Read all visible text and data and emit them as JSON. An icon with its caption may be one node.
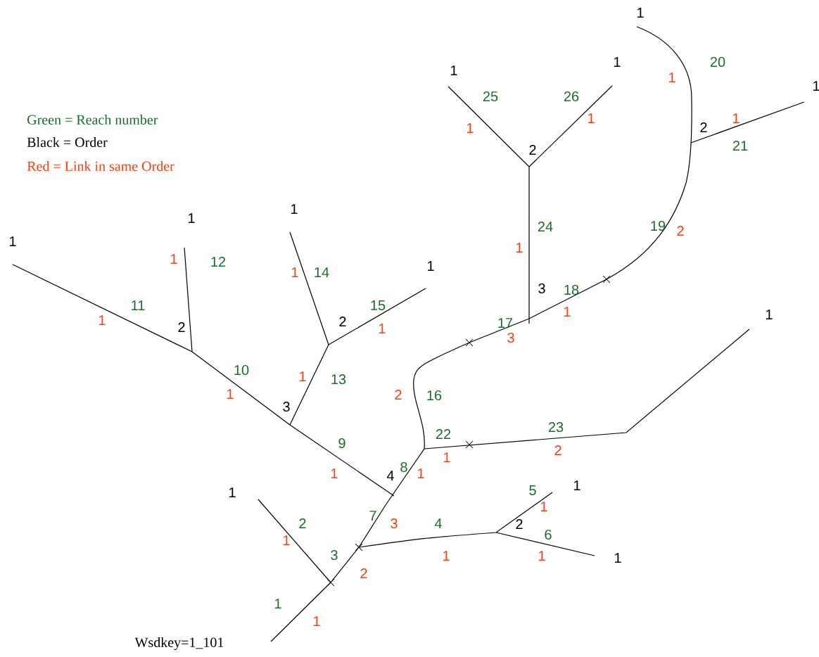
{
  "diagram": {
    "labels": [
      "1",
      "1",
      "1",
      "20",
      "1",
      "1",
      "25",
      "26",
      "Green = Reach number",
      "1",
      "1",
      "2",
      "1",
      "Black = Order",
      "2",
      "21",
      "Red = Link in same Order",
      "1",
      "1",
      "24",
      "19",
      "2",
      "1",
      "1",
      "1",
      "12",
      "1",
      "14",
      "1",
      "3",
      "18",
      "1",
      "11",
      "2",
      "2",
      "15",
      "1",
      "17",
      "1",
      "1",
      "3",
      "10",
      "1",
      "13",
      "1",
      "2",
      "16",
      "3",
      "22",
      "23",
      "9",
      "1",
      "2",
      "1",
      "4",
      "8",
      "1",
      "1",
      "5",
      "1",
      "1",
      "2",
      "7",
      "3",
      "4",
      "2",
      "6",
      "1",
      "3",
      "1",
      "1",
      "1",
      "2",
      "1",
      "1",
      "Wsdkey=1_101"
    ]
  }
}
